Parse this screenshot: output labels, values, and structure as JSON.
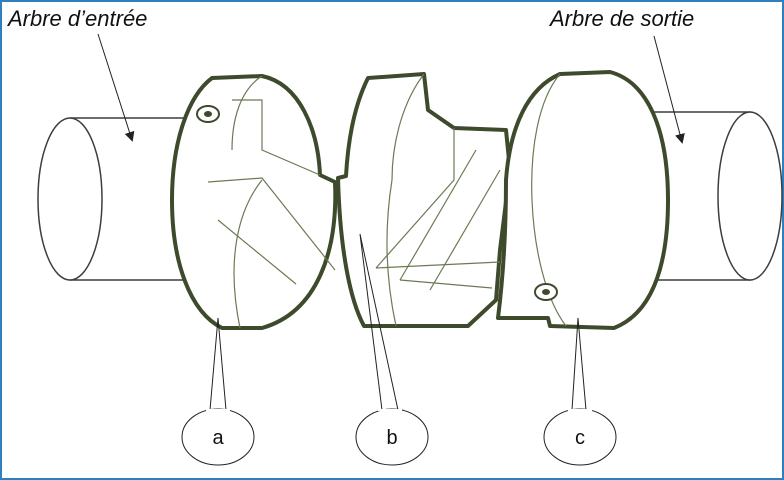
{
  "labels": {
    "input_shaft": "Arbre d’entrée",
    "output_shaft": "Arbre de sortie"
  },
  "callouts": [
    "a",
    "b",
    "c"
  ],
  "colors": {
    "frame": "#2f7fc1",
    "outline": "#3d4a2c",
    "thin_line": "#6b7a55"
  }
}
